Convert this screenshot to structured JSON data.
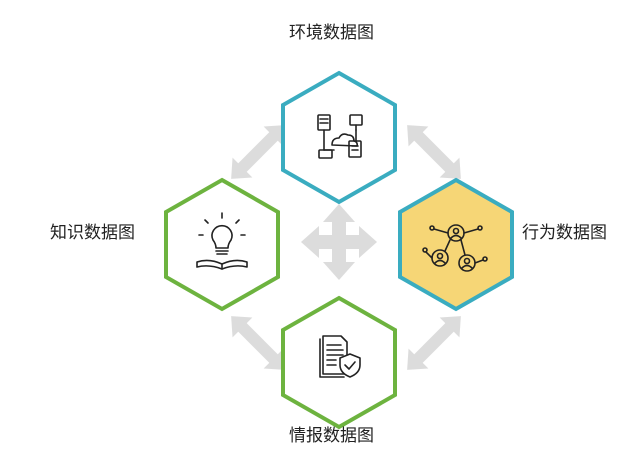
{
  "labels": {
    "top": "环境数据图",
    "left": "知识数据图",
    "right": "行为数据图",
    "bottom": "情报数据图"
  },
  "nodes": [
    {
      "id": "environment",
      "border": "#3aacc0",
      "fill": "#ffffff",
      "icon": "cloud-network-icon"
    },
    {
      "id": "knowledge",
      "border": "#6db33f",
      "fill": "#ffffff",
      "icon": "lightbulb-book-icon"
    },
    {
      "id": "behavior",
      "border": "#3aacc0",
      "fill": "#f6d676",
      "icon": "people-network-icon"
    },
    {
      "id": "intelligence",
      "border": "#6db33f",
      "fill": "#ffffff",
      "icon": "document-shield-icon"
    }
  ],
  "colors": {
    "arrow": "#dcdcdc",
    "icon": "#222222"
  }
}
